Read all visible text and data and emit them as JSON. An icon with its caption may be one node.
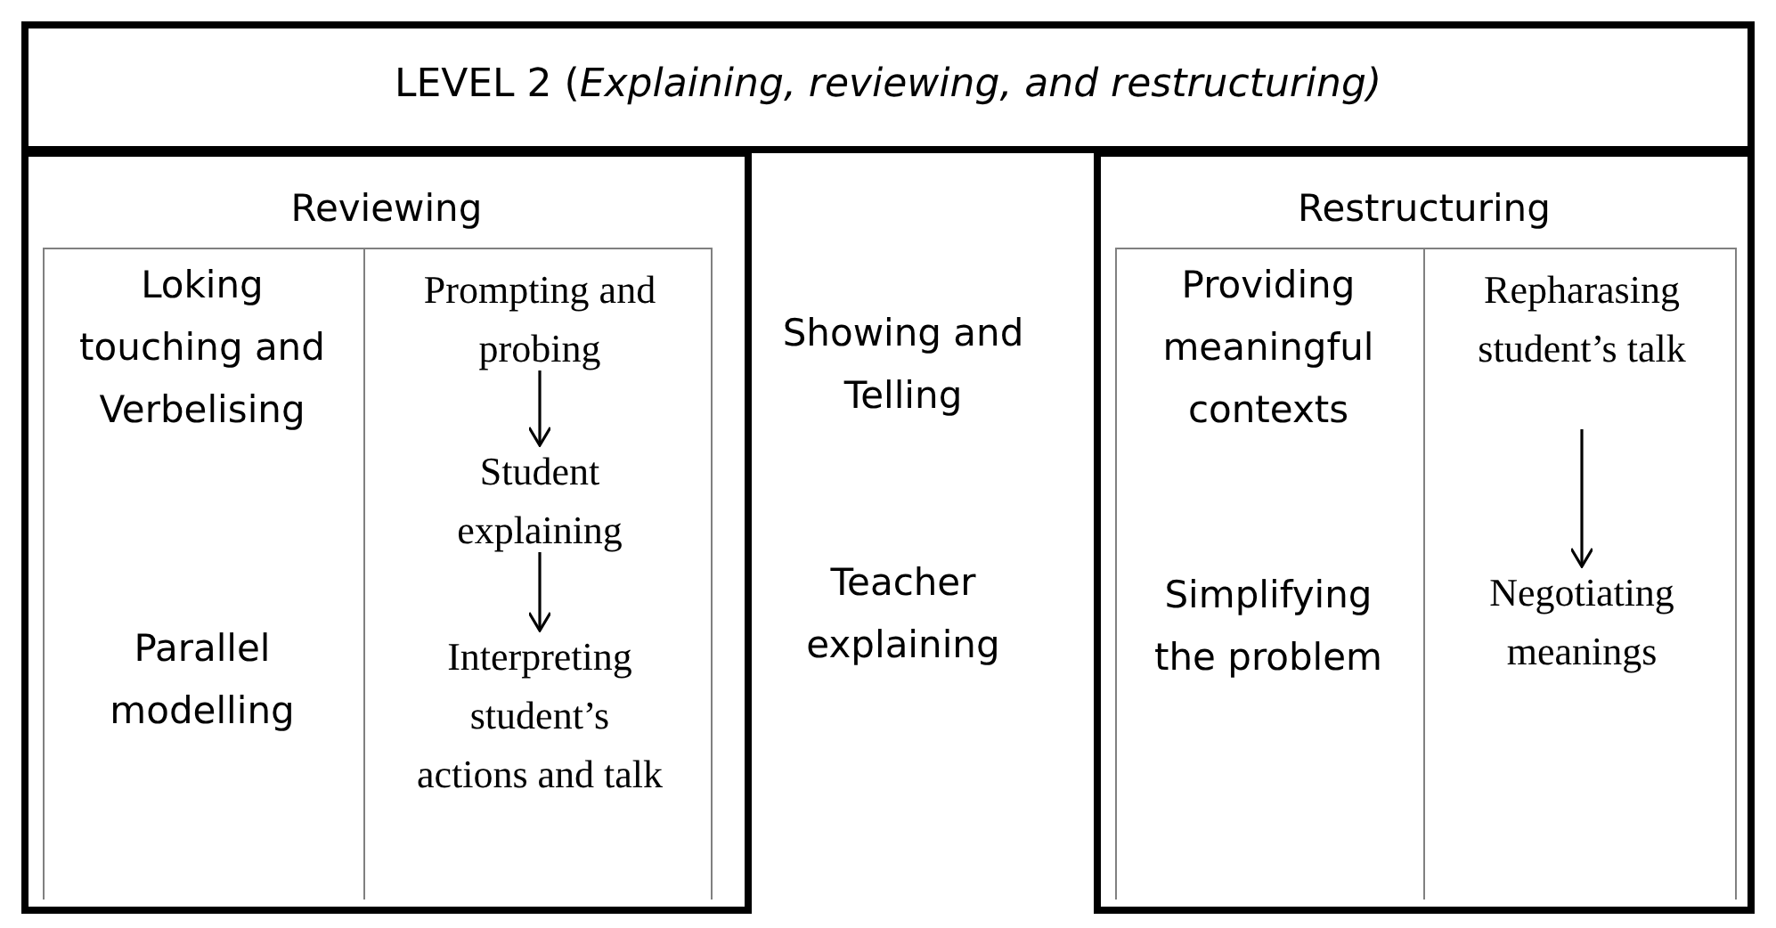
{
  "diagram": {
    "nodes": [
      {
        "text": [
          "LEVEL 2 (*Explaining, reviewing, and restructuring)*"
        ]
      },
      {
        "text": [
          "Reviewing"
        ]
      },
      {
        "text": [
          "Loking touching and Verbelising",
          "Parallel modelling"
        ],
        "in": 1
      },
      {
        "text": [],
        "shape": "box",
        "in": 1
      },
      {
        "text": [
          "Prompting and probing"
        ],
        "in": 3
      },
      {
        "text": [
          "Student explaining"
        ],
        "in": 3
      },
      {
        "text": [
          "Interpreting student’s actions and talk"
        ],
        "in": 3
      },
      {
        "text": [
          "Restructuring"
        ]
      },
      {
        "text": [
          "Providing meaningful contexts",
          "Simplifying the problem"
        ],
        "in": 7
      },
      {
        "text": [],
        "shape": "box",
        "in": 7
      },
      {
        "text": [
          "Repharasing student’s talk"
        ],
        "in": 9
      },
      {
        "text": [
          "Negotiating meanings"
        ],
        "in": 9
      }
    ],
    "edges": [
      {
        "from": 4,
        "to": 5,
        "arrow": "to"
      },
      {
        "from": 5,
        "to": 6,
        "arrow": "to"
      },
      {
        "from": 10,
        "to": 11,
        "arrow": "to"
      }
    ],
    "labels": [
      "Showing and Telling",
      "Teacher explaining"
    ]
  }
}
